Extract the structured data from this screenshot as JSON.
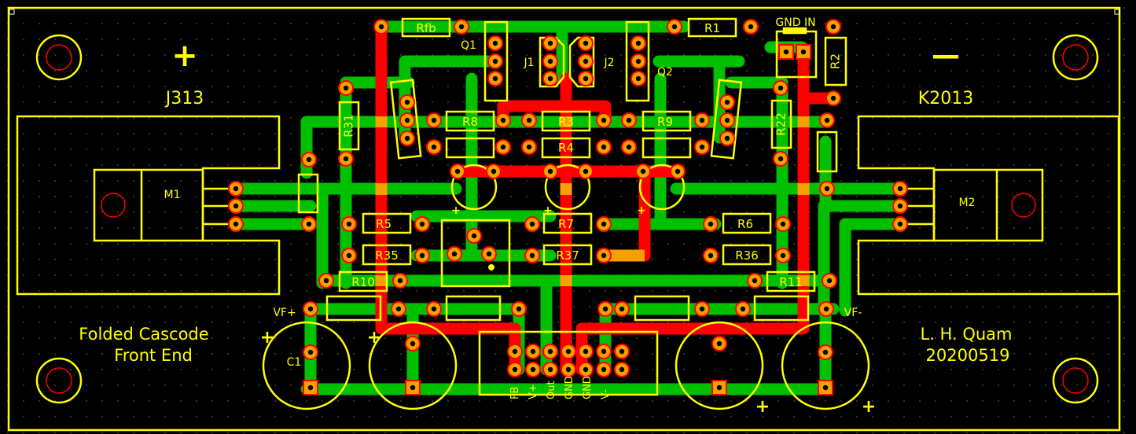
{
  "board": {
    "left_part": "J313",
    "right_part": "K2013",
    "plus_sign": "+",
    "minus_sign": "—",
    "title_line1": "Folded Cascode",
    "title_line2": "Front End",
    "author": "L. H. Quam",
    "date": "20200519"
  },
  "labels": {
    "rfb": "Rfb",
    "r1": "R1",
    "r2": "R2",
    "r3": "R3",
    "r4": "R4",
    "r5": "R5",
    "r6": "R6",
    "r7": "R7",
    "r8": "R8",
    "r9": "R9",
    "r10": "R10",
    "r11": "R11",
    "r22": "R22",
    "r31": "R31",
    "r35": "R35",
    "r36": "R36",
    "r37": "R37",
    "q1": "Q1",
    "q2": "Q2",
    "j1": "J1",
    "j2": "J2",
    "m1": "M1",
    "m2": "M2",
    "c1": "C1",
    "gnd_in": "GND IN",
    "vf_plus": "VF+",
    "vf_minus": "VF-",
    "plus": "+"
  },
  "connector_pins": [
    "FB",
    "V+",
    "Out",
    "GND",
    "GND",
    "V-"
  ],
  "colors": {
    "background": "#000000",
    "silk": "#ffff00",
    "pad": "#f7a000",
    "top_copper": "#ff0000",
    "bottom_copper": "#00c000"
  }
}
